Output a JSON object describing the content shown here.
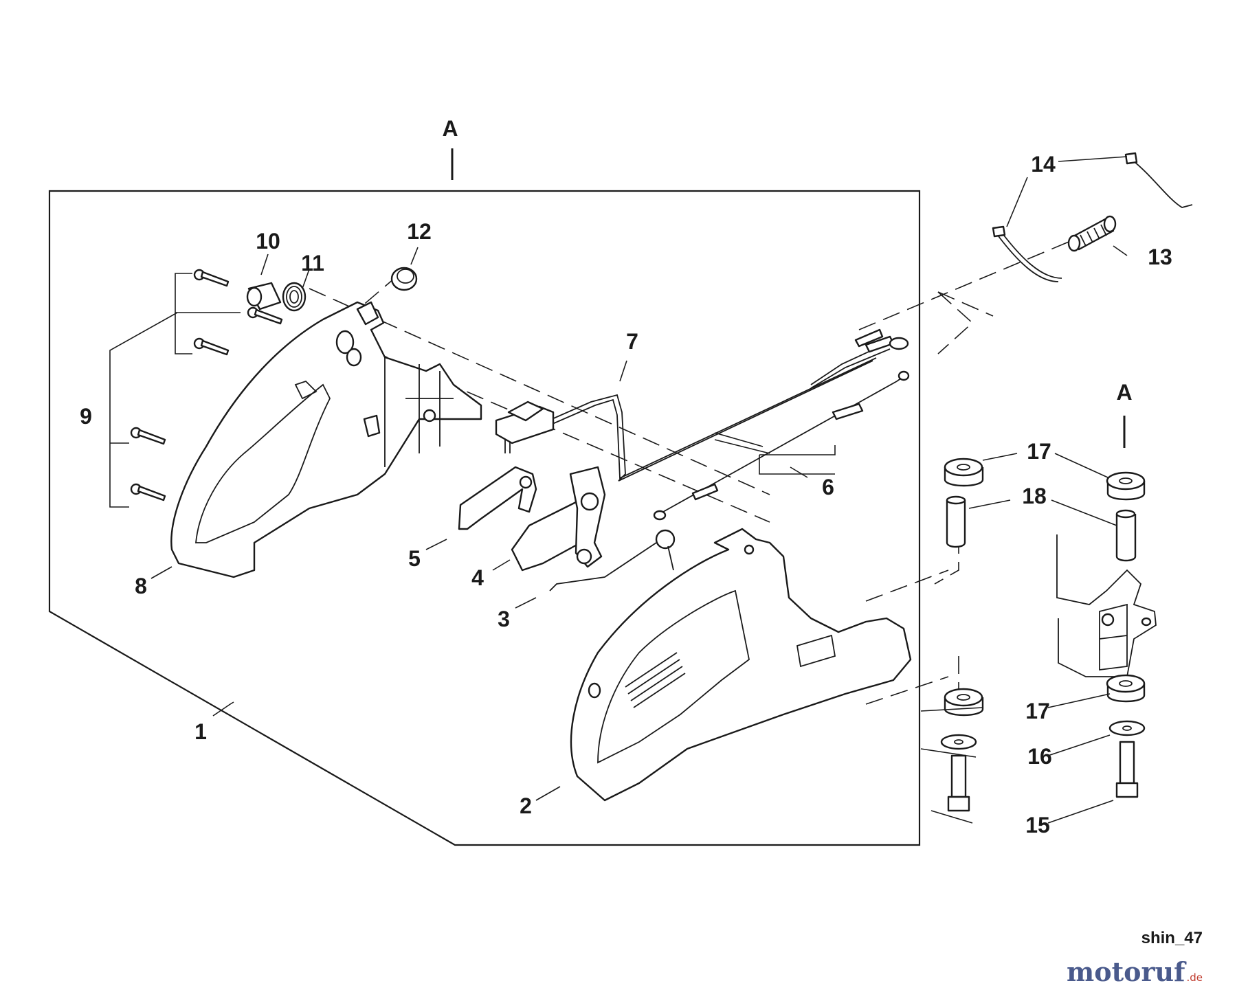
{
  "callouts": {
    "c1": "1",
    "c2": "2",
    "c3": "3",
    "c4": "4",
    "c5": "5",
    "c6": "6",
    "c7": "7",
    "c8": "8",
    "c9": "9",
    "c10": "10",
    "c11": "11",
    "c12": "12",
    "c13": "13",
    "c14": "14",
    "c15": "15",
    "c16": "16",
    "c17a": "17",
    "c17b": "17",
    "c18": "18"
  },
  "markers": {
    "a_top": "A",
    "a_right": "A"
  },
  "code": "shin_47",
  "watermark": {
    "name": "motoruf",
    "suffix": ".de"
  }
}
